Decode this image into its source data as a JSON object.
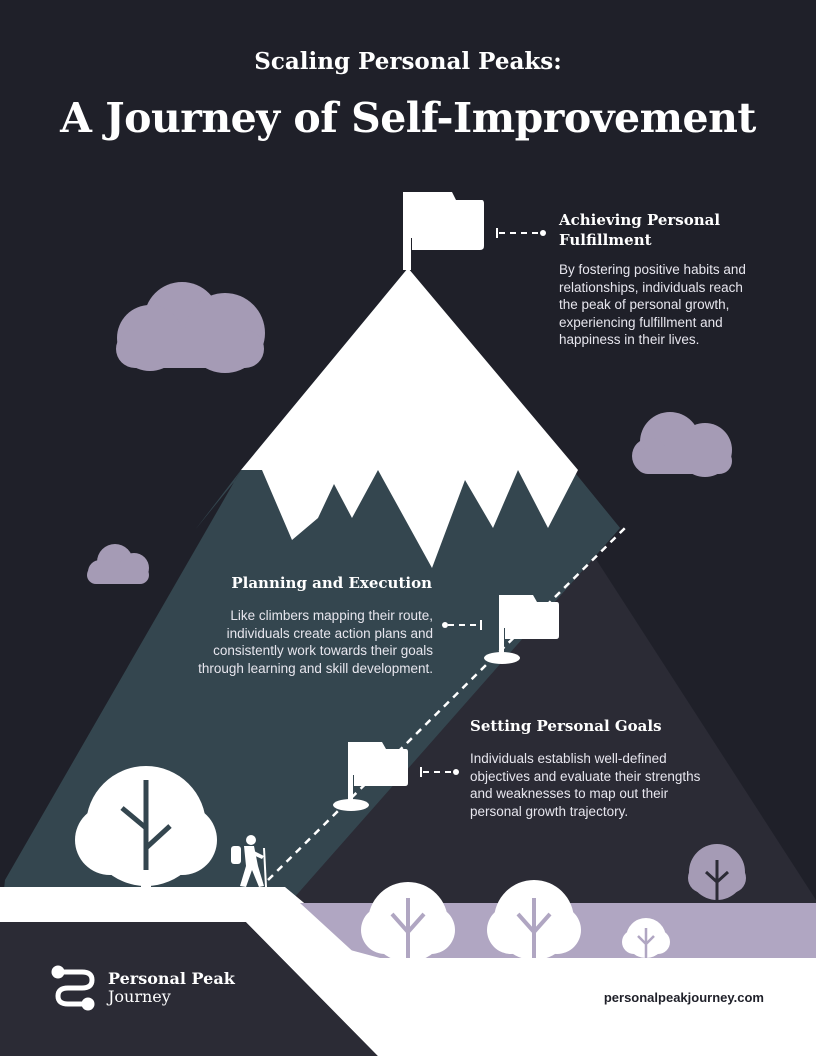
{
  "header": {
    "subtitle": "Scaling Personal Peaks:",
    "title": "A Journey of Self-Improvement"
  },
  "milestones": [
    {
      "heading_line1": "Achieving Personal",
      "heading_line2": "Fulfillment",
      "body": [
        "By fostering positive habits and",
        "relationships, individuals reach",
        "the peak of personal growth,",
        "experiencing fulfillment and",
        "happiness in their lives."
      ]
    },
    {
      "heading": "Planning and Execution",
      "body": [
        "Like climbers mapping their route,",
        "individuals create action plans and",
        "consistently work towards their goals",
        "through learning and skill development."
      ]
    },
    {
      "heading": "Setting Personal Goals",
      "body": [
        "Individuals establish well-defined",
        "objectives and evaluate their strengths",
        "and weaknesses to map out their",
        "personal growth trajectory."
      ]
    }
  ],
  "footer": {
    "logo_name": "Personal Peak",
    "logo_sub": "Journey",
    "website": "personalpeakjourney.com"
  },
  "colors": {
    "background": "#1f2029",
    "mountain_left": "#34464f",
    "mountain_right": "#2b2b35",
    "cloud": "#a59bb5",
    "white": "#ffffff",
    "ground_lavender": "#b0a6c2"
  },
  "icons": [
    "flag-icon",
    "hiker-icon",
    "tree-icon",
    "cloud-icon",
    "logo-mark-icon"
  ]
}
